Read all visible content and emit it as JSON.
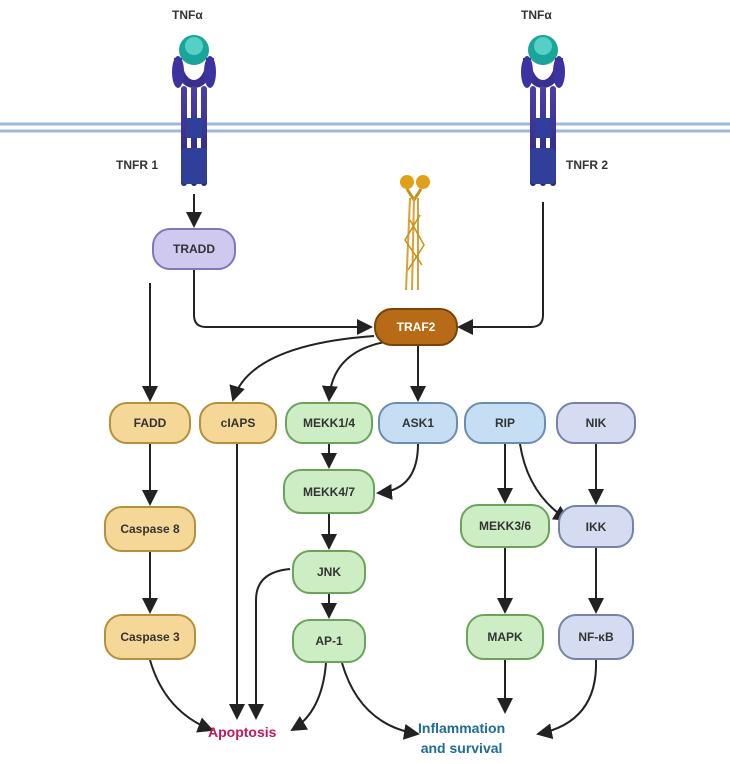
{
  "colors": {
    "apoptosis": "#c2185b",
    "inflammation": "#1f6c94",
    "membrane": "#9bb7d9",
    "receptor_dark": "#3a2f8f",
    "ligand": "#1aa59a",
    "traf2": "#b86b16",
    "adapter": "#e0a11a"
  },
  "receptors": {
    "ligand_left": "TNFα",
    "ligand_right": "TNFα",
    "receptor_left": "TNFR 1",
    "receptor_right": "TNFR 2"
  },
  "nodes": {
    "tradd": "TRADD",
    "traf2": "TRAF2",
    "fadd": "FADD",
    "ciaps": "cIAPS",
    "mekk14": "MEKK1/4",
    "ask1": "ASK1",
    "rip": "RIP",
    "nik": "NIK",
    "mekk47": "MEKK4/7",
    "caspase8": "Caspase 8",
    "mekk36": "MEKK3/6",
    "ikk": "IKK",
    "jnk": "JNK",
    "caspase3": "Caspase 3",
    "ap1": "AP-1",
    "mapk": "MAPK",
    "nfkb": "NF-κB"
  },
  "outcomes": {
    "apoptosis": "Apoptosis",
    "inflammation_line1": "Inflammation",
    "inflammation_line2": "and survival"
  }
}
